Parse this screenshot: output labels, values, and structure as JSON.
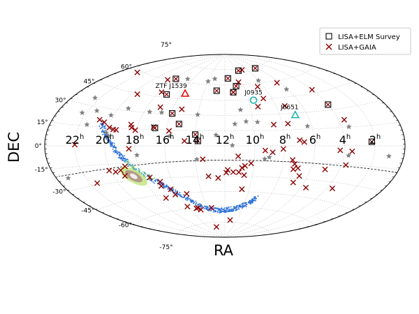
{
  "chart_data": {
    "type": "scatter",
    "projection": "aitoff",
    "xlabel": "RA",
    "ylabel": "DEC",
    "grid": true,
    "legend_position": "top-right",
    "ra_ticks": [
      {
        "ra": 22,
        "label": "22"
      },
      {
        "ra": 20,
        "label": "20"
      },
      {
        "ra": 18,
        "label": "18"
      },
      {
        "ra": 16,
        "label": "16"
      },
      {
        "ra": 14,
        "label": "14"
      },
      {
        "ra": 12,
        "label": "12"
      },
      {
        "ra": 10,
        "label": "10"
      },
      {
        "ra": 8,
        "label": "8"
      },
      {
        "ra": 6,
        "label": "6"
      },
      {
        "ra": 4,
        "label": "4"
      },
      {
        "ra": 2,
        "label": "2"
      }
    ],
    "ra_unit": "h",
    "dec_ticks": [
      {
        "dec": 75,
        "label": "75°"
      },
      {
        "dec": 60,
        "label": "60°"
      },
      {
        "dec": 45,
        "label": "45°"
      },
      {
        "dec": 30,
        "label": "30°"
      },
      {
        "dec": 15,
        "label": "15°"
      },
      {
        "dec": 0,
        "label": "0°"
      },
      {
        "dec": -15,
        "label": "-15°"
      },
      {
        "dec": -30,
        "label": "-30°"
      },
      {
        "dec": -45,
        "label": "-45°"
      },
      {
        "dec": -60,
        "label": "-60°"
      },
      {
        "dec": -75,
        "label": "-75°"
      }
    ],
    "legend": [
      {
        "label": "LISA+ELM Survey",
        "marker": "square",
        "color": "#000000"
      },
      {
        "label": "LISA+GAIA",
        "marker": "x",
        "color": "#8b0000"
      }
    ],
    "colors": {
      "gaia": "#8b0000",
      "elm": "#000000",
      "stars": "#808080",
      "highlight": "#e00000",
      "j0935": "#1ab0b0",
      "j0651": "#1ab0b0"
    },
    "named_sources": [
      {
        "name": "ZTF J1539",
        "ra": 15.65,
        "dec": 50.1,
        "marker": "triangle",
        "color": "#e00000"
      },
      {
        "name": "J0935",
        "ra": 9.58,
        "dec": 44.3,
        "marker": "circle",
        "color": "#1ab0b0"
      },
      {
        "name": "J0651",
        "ra": 6.86,
        "dec": 28.4,
        "marker": "triangle",
        "color": "#1ab0b0"
      }
    ],
    "series": [
      {
        "name": "LISA+ELM Survey",
        "marker": "square-x",
        "points": [
          [
            17.9,
            62.0
          ],
          [
            15.9,
            30.7
          ],
          [
            15.2,
            20.9
          ],
          [
            13.8,
            4.8
          ],
          [
            12.8,
            54.2
          ],
          [
            11.6,
            66.4
          ],
          [
            11.2,
            52.7
          ],
          [
            10.8,
            58.6
          ],
          [
            9.6,
            73.5
          ],
          [
            6.4,
            73.5
          ],
          [
            4.0,
            34.3
          ],
          [
            2.2,
            3.0
          ],
          [
            16.8,
            16.5
          ],
          [
            17.2,
            47.6
          ],
          [
            14.0,
            11.0
          ]
        ]
      },
      {
        "name": "LISA+GAIA",
        "marker": "x",
        "points": [
          [
            22.6,
            58.4
          ],
          [
            20.8,
            20.6
          ],
          [
            20.4,
            19.0
          ],
          [
            19.9,
            15.0
          ],
          [
            19.6,
            13.6
          ],
          [
            19.4,
            13.4
          ],
          [
            18.5,
            18.6
          ],
          [
            18.4,
            16.0
          ],
          [
            18.1,
            13.9
          ],
          [
            22.0,
            0.9
          ],
          [
            19.6,
            44.3
          ],
          [
            18.6,
            60.0
          ],
          [
            17.8,
            49.0
          ],
          [
            17.0,
            35.7
          ],
          [
            16.9,
            17.3
          ],
          [
            15.8,
            14.1
          ],
          [
            15.3,
            35.0
          ],
          [
            14.7,
            4.7
          ],
          [
            11.2,
            52.7
          ],
          [
            10.4,
            62.4
          ],
          [
            8.6,
            56.9
          ],
          [
            8.7,
            45.4
          ],
          [
            9.4,
            38.0
          ],
          [
            8.6,
            20.2
          ],
          [
            7.6,
            20.7
          ],
          [
            7.3,
            37.1
          ],
          [
            3.6,
            21.0
          ],
          [
            4.0,
            47.7
          ],
          [
            6.3,
            58.3
          ],
          [
            8.9,
            73.9
          ],
          [
            7.0,
            5.2
          ],
          [
            6.7,
            3.5
          ],
          [
            3.5,
            -4.4
          ],
          [
            21.5,
            -28.6
          ],
          [
            20.1,
            -20.2
          ],
          [
            19.7,
            -21.7
          ],
          [
            19.3,
            -20.7
          ],
          [
            19.2,
            -25.6
          ],
          [
            18.9,
            -17.7
          ],
          [
            18.4,
            -2.6
          ],
          [
            17.5,
            -28.7
          ],
          [
            17.0,
            -37.2
          ],
          [
            16.3,
            -46.0
          ],
          [
            16.0,
            -58.0
          ],
          [
            16.9,
            -33.2
          ],
          [
            16.4,
            -40.8
          ],
          [
            15.3,
            -46.1
          ],
          [
            15.2,
            -60.4
          ],
          [
            15.0,
            -60.0
          ],
          [
            14.8,
            -62.0
          ],
          [
            13.5,
            -13.1
          ],
          [
            13.2,
            -29.9
          ],
          [
            12.5,
            -31.6
          ],
          [
            11.9,
            -26.4
          ],
          [
            11.8,
            -23.7
          ],
          [
            11.4,
            -25.8
          ],
          [
            11.1,
            -10.3
          ],
          [
            11.0,
            -25.9
          ],
          [
            10.6,
            -42.5
          ],
          [
            10.8,
            -21.6
          ],
          [
            10.6,
            -19.6
          ],
          [
            10.2,
            -17.1
          ],
          [
            10.6,
            -28.7
          ],
          [
            9.3,
            -4.5
          ],
          [
            8.8,
            -6.2
          ],
          [
            8.1,
            -2.9
          ],
          [
            7.4,
            -13.1
          ],
          [
            7.2,
            -16.7
          ],
          [
            6.9,
            -20.5
          ],
          [
            7.2,
            -21.6
          ],
          [
            6.6,
            -27.4
          ],
          [
            6.8,
            -33.6
          ],
          [
            5.6,
            -37.1
          ],
          [
            5.0,
            -20.2
          ],
          [
            3.7,
            -15.5
          ],
          [
            3.6,
            -34.8
          ],
          [
            4.3,
            -3.7
          ],
          [
            11.1,
            -73.0
          ],
          [
            14.2,
            -79.5
          ],
          [
            13.5,
            -60.8
          ],
          [
            17.3,
            -48.2
          ]
        ]
      },
      {
        "name": "Stars",
        "marker": "star",
        "points": [
          [
            23.2,
            -22.0
          ],
          [
            22.3,
            24.0
          ],
          [
            21.5,
            16.0
          ],
          [
            20.0,
            10.7
          ],
          [
            19.3,
            32.0
          ],
          [
            16.6,
            63.5
          ],
          [
            14.0,
            63.0
          ],
          [
            13.3,
            65.8
          ],
          [
            16.7,
            31.0
          ],
          [
            14.0,
            30.4
          ],
          [
            10.8,
            35.3
          ],
          [
            8.0,
            62.5
          ],
          [
            6.1,
            51.6
          ],
          [
            11.3,
            21.5
          ],
          [
            10.5,
            23.8
          ],
          [
            9.7,
            23.0
          ],
          [
            12.6,
            10.6
          ],
          [
            11.5,
            0.5
          ],
          [
            9.0,
            -11.0
          ],
          [
            9.3,
            -12.7
          ],
          [
            6.3,
            17.7
          ],
          [
            3.5,
            15.2
          ],
          [
            1.0,
            -7.0
          ],
          [
            3.7,
            -7.8
          ],
          [
            21.4,
            27.0
          ],
          [
            22.4,
            35.5
          ],
          [
            17.6,
            30.8
          ],
          [
            20.2,
            25.0
          ],
          [
            19.8,
            8.0
          ],
          [
            15.7,
            9.3
          ],
          [
            17.9,
            -8.3
          ],
          [
            13.9,
            -13.1
          ]
        ]
      }
    ]
  }
}
